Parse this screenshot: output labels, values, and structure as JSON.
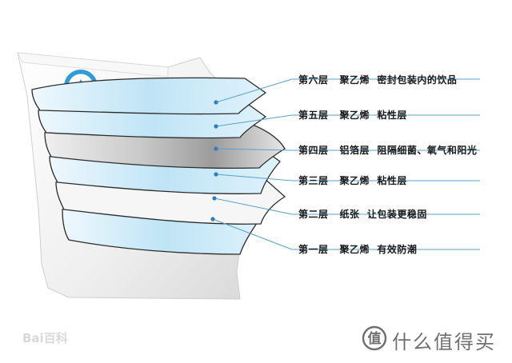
{
  "layers": [
    {
      "label": "第六层   聚乙烯  密封包装内的饮品"
    },
    {
      "label": "第五层   聚乙烯  粘性层"
    },
    {
      "label": "第四层   铝箔层  阻隔细菌、氧气和阳光"
    },
    {
      "label": "第三层   聚乙烯  粘性层"
    },
    {
      "label": "第二层   纸张  让包装更稳固"
    },
    {
      "label": "第一层   聚乙烯  有效防潮"
    }
  ],
  "watermarks": {
    "baidu": "Bai百科",
    "smzdm": "什么值得买"
  },
  "colors": {
    "film_blue": "#bfe4f6",
    "foil": "#b9b9b9",
    "paper": "#f4f4f4",
    "outline": "#2b2b2b",
    "leader": "#5aa0cf"
  },
  "icons": {
    "logo": "tetra-pak-logo-icon"
  }
}
